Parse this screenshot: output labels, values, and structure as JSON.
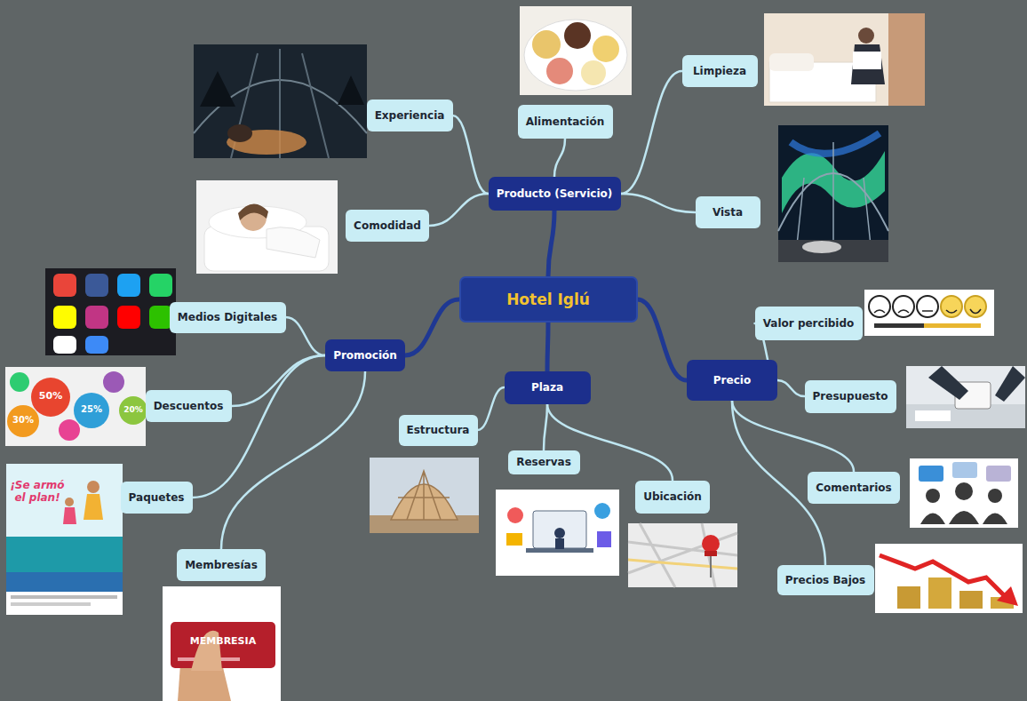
{
  "diagram": {
    "nodes": [
      {
        "text": [
          "Hotel Iglú"
        ]
      },
      {
        "text": [
          "Producto (Servicio)"
        ]
      },
      {
        "text": [
          "Experiencia"
        ]
      },
      {
        "text": [
          "Alimentación"
        ]
      },
      {
        "text": [
          "Limpieza"
        ]
      },
      {
        "text": [
          "Vista"
        ]
      },
      {
        "text": [
          "Comodidad"
        ]
      },
      {
        "text": [
          "Promoción"
        ]
      },
      {
        "text": [
          "Medios Digitales"
        ]
      },
      {
        "text": [
          "Descuentos"
        ]
      },
      {
        "text": [
          "Paquetes"
        ]
      },
      {
        "text": [
          "Membresías"
        ]
      },
      {
        "text": [
          "Plaza"
        ]
      },
      {
        "text": [
          "Estructura"
        ]
      },
      {
        "text": [
          "Reservas"
        ]
      },
      {
        "text": [
          "Ubicación"
        ]
      },
      {
        "text": [
          "Precio"
        ]
      },
      {
        "text": [
          "Valor percibido"
        ]
      },
      {
        "text": [
          "Presupuesto"
        ]
      },
      {
        "text": [
          "Comentarios"
        ]
      },
      {
        "text": [
          "Precios Bajos"
        ]
      }
    ],
    "edges": [
      {
        "from": 0,
        "to": 1,
        "arrow": "none"
      },
      {
        "from": 0,
        "to": 7,
        "arrow": "none"
      },
      {
        "from": 0,
        "to": 12,
        "arrow": "none"
      },
      {
        "from": 0,
        "to": 16,
        "arrow": "none"
      },
      {
        "from": 1,
        "to": 2,
        "arrow": "none"
      },
      {
        "from": 1,
        "to": 3,
        "arrow": "none"
      },
      {
        "from": 1,
        "to": 4,
        "arrow": "none"
      },
      {
        "from": 1,
        "to": 5,
        "arrow": "none"
      },
      {
        "from": 1,
        "to": 6,
        "arrow": "none"
      },
      {
        "from": 7,
        "to": 8,
        "arrow": "none"
      },
      {
        "from": 7,
        "to": 9,
        "arrow": "none"
      },
      {
        "from": 7,
        "to": 10,
        "arrow": "none"
      },
      {
        "from": 7,
        "to": 11,
        "arrow": "none"
      },
      {
        "from": 12,
        "to": 13,
        "arrow": "none"
      },
      {
        "from": 12,
        "to": 14,
        "arrow": "none"
      },
      {
        "from": 12,
        "to": 15,
        "arrow": "none"
      },
      {
        "from": 16,
        "to": 17,
        "arrow": "none"
      },
      {
        "from": 16,
        "to": 18,
        "arrow": "none"
      },
      {
        "from": 16,
        "to": 19,
        "arrow": "none"
      },
      {
        "from": 16,
        "to": 20,
        "arrow": "none"
      }
    ],
    "labels": [
      "50%",
      "30%",
      "25%",
      "20%",
      "¡Se armó el plan!",
      "MEMBRESIA"
    ]
  }
}
